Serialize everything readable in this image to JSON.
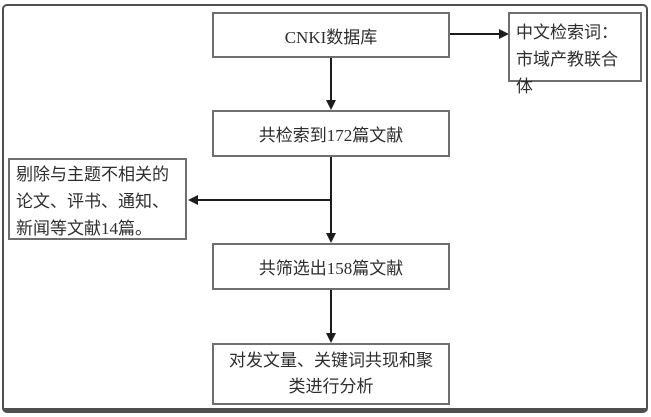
{
  "figure": {
    "type": "flowchart",
    "boxes": {
      "cnki": {
        "label": "CNKI数据库"
      },
      "keywords": {
        "lines": [
          "中文检索词：",
          "市域产教联合体"
        ]
      },
      "retrieved": {
        "label": "共检索到172篇文献"
      },
      "excluded": {
        "lines": [
          "剔除与主题不相关的",
          "论文、评书、通知、",
          "新闻等文献14篇。"
        ]
      },
      "screened": {
        "label": "共筛选出158篇文献"
      },
      "analysis": {
        "lines": [
          "对发文量、关键词共现和聚",
          "类进行分析"
        ]
      }
    },
    "edges": [
      {
        "from": "cnki",
        "to": "keywords",
        "direction": "right"
      },
      {
        "from": "cnki",
        "to": "retrieved",
        "direction": "down"
      },
      {
        "from": "retrieved",
        "to": "screened",
        "direction": "down"
      },
      {
        "from": "retrieved-screened-junction",
        "to": "excluded",
        "direction": "left"
      },
      {
        "from": "screened",
        "to": "analysis",
        "direction": "down"
      }
    ],
    "counts": {
      "retrieved_documents": 172,
      "excluded_documents": 14,
      "screened_documents": 158
    }
  },
  "colors": {
    "background": "#ffffff",
    "frame": "#4f4f4f",
    "border": "#6f6f6f",
    "arrow": "#1c1c1c",
    "text": "#2e2e2e"
  }
}
